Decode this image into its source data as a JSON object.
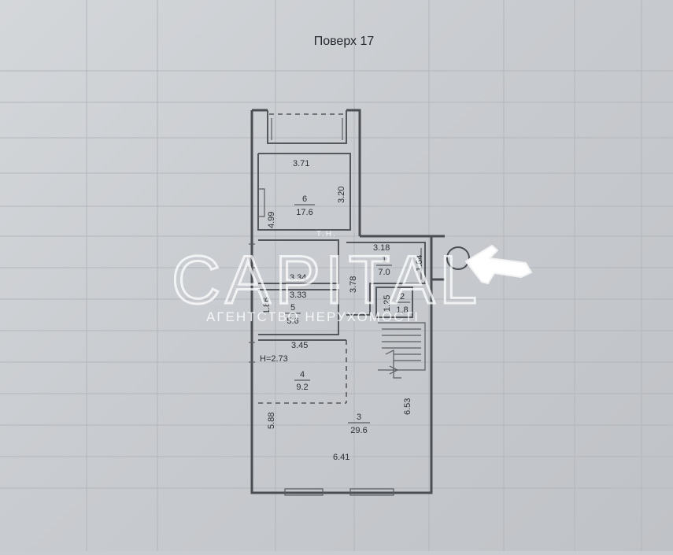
{
  "title": "Поверх 17",
  "watermark": {
    "brand": "CAPITAL",
    "prefix": "Т.Н.",
    "tagline": "АГЕНТСТВО НЕРУХОМОСТІ"
  },
  "rooms": [
    {
      "number": "1",
      "area": "7.0"
    },
    {
      "number": "2",
      "area": "1.8"
    },
    {
      "number": "3",
      "area": "29.6"
    },
    {
      "number": "4",
      "area": "9.2"
    },
    {
      "number": "5",
      "area": "5.6"
    },
    {
      "number": "6",
      "area": "17.6"
    }
  ],
  "dimensions": {
    "d371": "3.71",
    "d499": "4.99",
    "d320": "3.20",
    "d318": "3.18",
    "d164": "1.64",
    "d378": "3.78",
    "d334": "3.34",
    "d333": "3.33",
    "d186": "1.86",
    "d125": "1.25",
    "d345": "3.45",
    "h273": "Н=2.73",
    "d588": "5.88",
    "d653": "6.53",
    "d641": "6.41"
  },
  "annotation": {
    "arrow_color": "#ffffff"
  }
}
